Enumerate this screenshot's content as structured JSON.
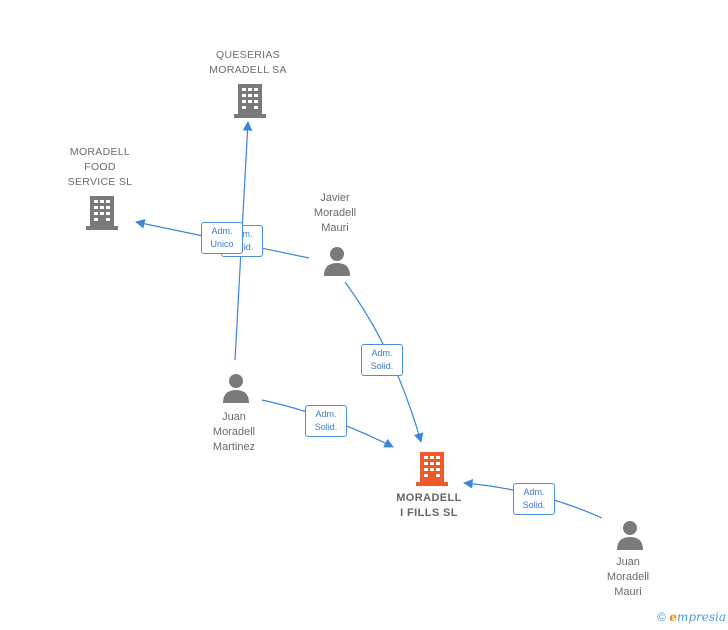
{
  "nodes": {
    "queserias": {
      "lines": [
        "QUESERIAS",
        "MORADELL SA"
      ]
    },
    "food_service": {
      "lines": [
        "MORADELL",
        "FOOD",
        "SERVICE  SL"
      ]
    },
    "javier": {
      "lines": [
        "Javier",
        "Moradell",
        "Mauri"
      ]
    },
    "juan_martinez": {
      "lines": [
        "Juan",
        "Moradell",
        "Martinez"
      ]
    },
    "fills": {
      "lines": [
        "MORADELL",
        "I FILLS  SL"
      ]
    },
    "juan_mauri": {
      "lines": [
        "Juan",
        "Moradell",
        "Mauri"
      ]
    }
  },
  "edges": {
    "unico": {
      "line1": "Adm.",
      "line2": "Unico"
    },
    "hidden": {
      "line1": "Adm.",
      "line2": "Solid."
    },
    "javier_fills": {
      "line1": "Adm.",
      "line2": "Solid."
    },
    "martinez_fills": {
      "line1": "Adm.",
      "line2": "Solid."
    },
    "mauri_fills": {
      "line1": "Adm.",
      "line2": "Solid."
    }
  },
  "colors": {
    "company": "#7a7a7a",
    "focus_company": "#f05a28",
    "person": "#7a7a7a",
    "edge": "#4a8fd6"
  },
  "footer": {
    "copyright": "©",
    "brand_first": "e",
    "brand_rest": "mpresia"
  }
}
